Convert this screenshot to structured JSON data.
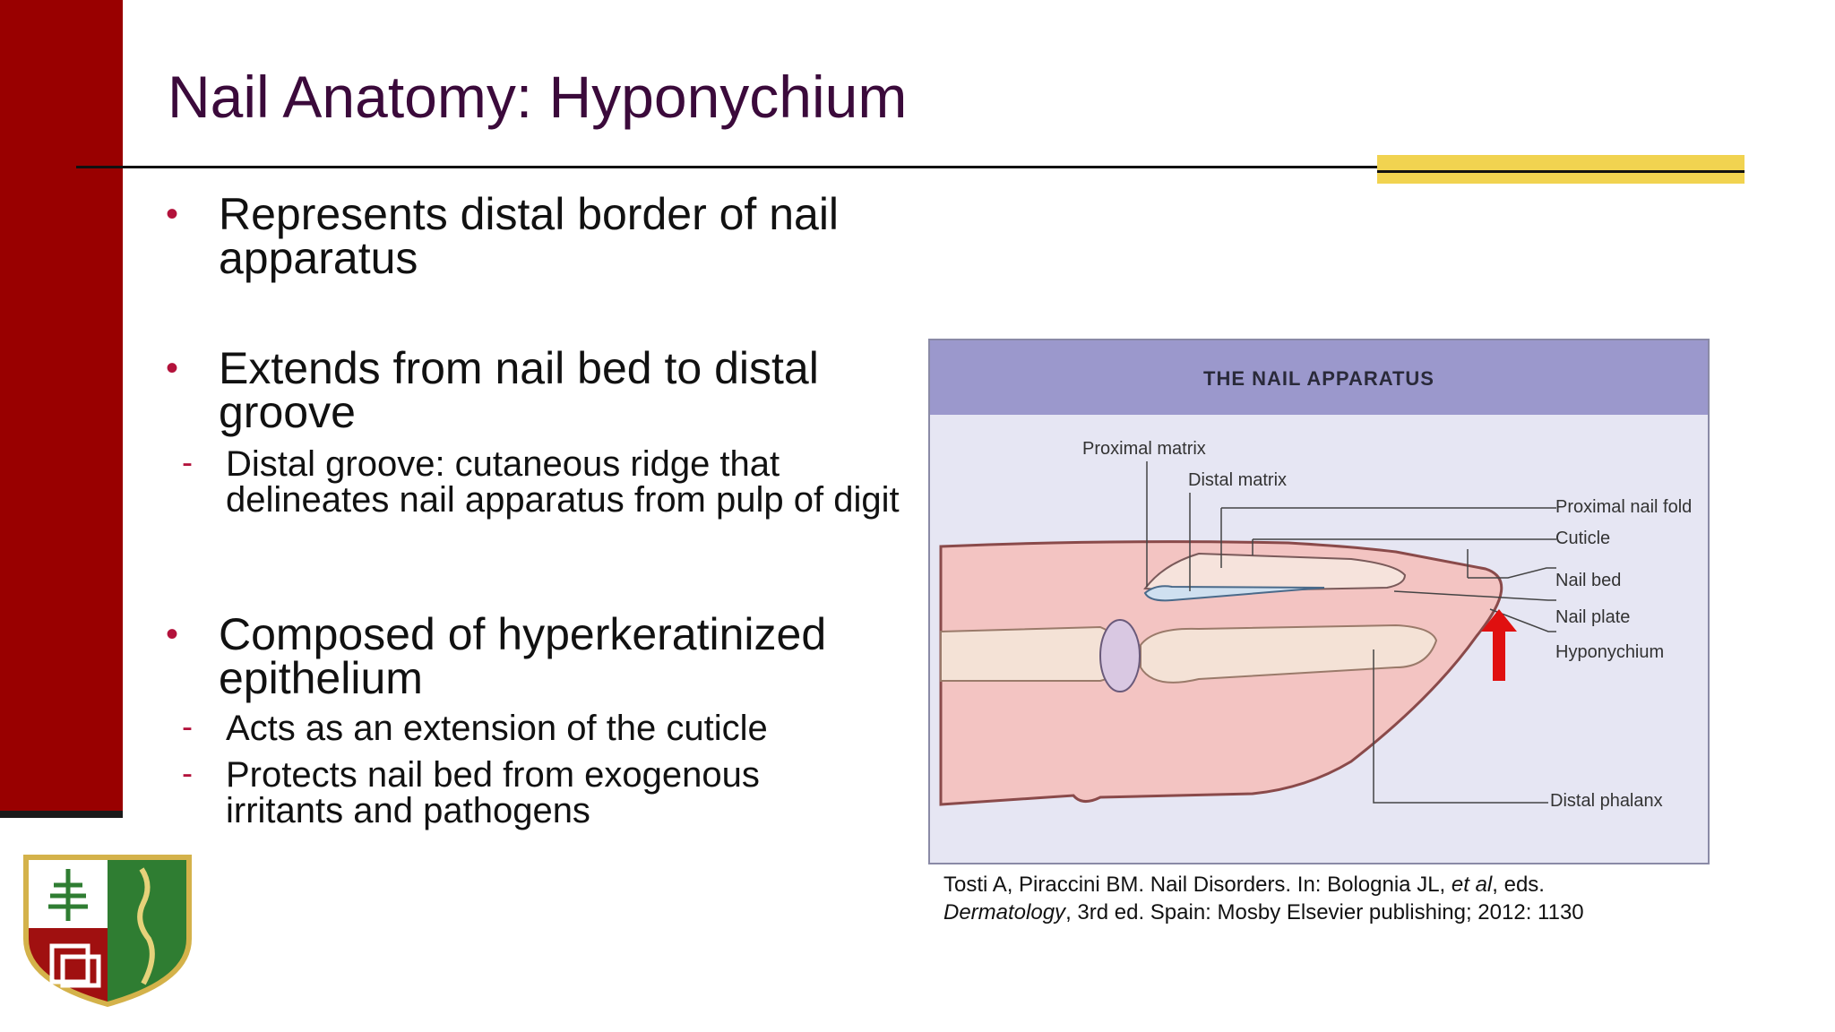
{
  "slide": {
    "title": "Nail Anatomy: Hyponychium",
    "bullets": [
      {
        "text": "Represents distal border of nail apparatus",
        "subs": []
      },
      {
        "text": "Extends from nail bed to distal groove",
        "subs": [
          "Distal groove: cutaneous ridge that delineates nail apparatus from pulp of digit"
        ]
      },
      {
        "text": "Composed of hyperkeratinized epithelium",
        "subs": [
          "Acts as an extension of the cuticle",
          "Protects nail bed from exogenous irritants and pathogens"
        ]
      }
    ],
    "bullet_marker": "•",
    "sub_marker": "-"
  },
  "figure": {
    "title": "THE NAIL APPARATUS",
    "labels": {
      "proximal_matrix": "Proximal matrix",
      "distal_matrix": "Distal matrix",
      "proximal_nail_fold": "Proximal nail fold",
      "cuticle": "Cuticle",
      "nail_bed": "Nail bed",
      "nail_plate": "Nail plate",
      "hyponychium": "Hyponychium",
      "distal_phalanx": "Distal phalanx"
    }
  },
  "citation": {
    "line1_a": "Tosti A, Piraccini BM. Nail Disorders. In: Bolognia JL, ",
    "line1_italic": "et al",
    "line1_b": ", eds.",
    "line2_italic": "Dermatology",
    "line2_b": ", 3rd ed. Spain: Mosby Elsevier publishing; 2012: 1130"
  },
  "colors": {
    "sidebar": "#990000",
    "title": "#3b0a3b",
    "accent": "#f1d350",
    "bullet": "#b3123b",
    "figure_header": "#9b98cc",
    "arrow": "#e01010"
  }
}
